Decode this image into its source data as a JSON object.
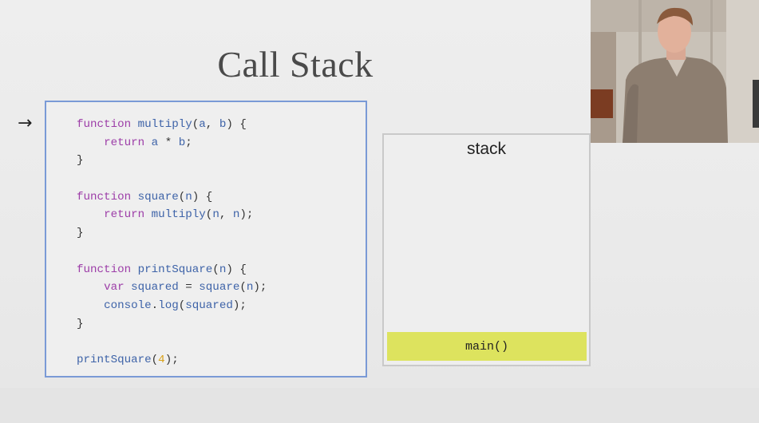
{
  "slide": {
    "title": "Call Stack",
    "current_line_marker": "→"
  },
  "code": {
    "lines": [
      [
        {
          "t": "function",
          "c": "kw"
        },
        {
          "t": " "
        },
        {
          "t": "multiply",
          "c": "fn"
        },
        {
          "t": "(",
          "c": "pn"
        },
        {
          "t": "a",
          "c": "pa"
        },
        {
          "t": ", ",
          "c": "pn"
        },
        {
          "t": "b",
          "c": "pa"
        },
        {
          "t": ") {",
          "c": "pn"
        }
      ],
      [
        {
          "t": "    "
        },
        {
          "t": "return",
          "c": "kw"
        },
        {
          "t": " "
        },
        {
          "t": "a",
          "c": "pa"
        },
        {
          "t": " * ",
          "c": "pn"
        },
        {
          "t": "b",
          "c": "pa"
        },
        {
          "t": ";",
          "c": "pn"
        }
      ],
      [
        {
          "t": "}",
          "c": "pn"
        }
      ],
      [],
      [
        {
          "t": "function",
          "c": "kw"
        },
        {
          "t": " "
        },
        {
          "t": "square",
          "c": "fn"
        },
        {
          "t": "(",
          "c": "pn"
        },
        {
          "t": "n",
          "c": "pa"
        },
        {
          "t": ") {",
          "c": "pn"
        }
      ],
      [
        {
          "t": "    "
        },
        {
          "t": "return",
          "c": "kw"
        },
        {
          "t": " "
        },
        {
          "t": "multiply",
          "c": "fn"
        },
        {
          "t": "(",
          "c": "pn"
        },
        {
          "t": "n",
          "c": "pa"
        },
        {
          "t": ", ",
          "c": "pn"
        },
        {
          "t": "n",
          "c": "pa"
        },
        {
          "t": ");",
          "c": "pn"
        }
      ],
      [
        {
          "t": "}",
          "c": "pn"
        }
      ],
      [],
      [
        {
          "t": "function",
          "c": "kw"
        },
        {
          "t": " "
        },
        {
          "t": "printSquare",
          "c": "fn"
        },
        {
          "t": "(",
          "c": "pn"
        },
        {
          "t": "n",
          "c": "pa"
        },
        {
          "t": ") {",
          "c": "pn"
        }
      ],
      [
        {
          "t": "    "
        },
        {
          "t": "var",
          "c": "kw"
        },
        {
          "t": " "
        },
        {
          "t": "squared",
          "c": "fn"
        },
        {
          "t": " = ",
          "c": "pn"
        },
        {
          "t": "square",
          "c": "fn"
        },
        {
          "t": "(",
          "c": "pn"
        },
        {
          "t": "n",
          "c": "pa"
        },
        {
          "t": ");",
          "c": "pn"
        }
      ],
      [
        {
          "t": "    "
        },
        {
          "t": "console",
          "c": "fn"
        },
        {
          "t": ".",
          "c": "pn"
        },
        {
          "t": "log",
          "c": "fn"
        },
        {
          "t": "(",
          "c": "pn"
        },
        {
          "t": "squared",
          "c": "pa"
        },
        {
          "t": ");",
          "c": "pn"
        }
      ],
      [
        {
          "t": "}",
          "c": "pn"
        }
      ],
      [],
      [
        {
          "t": "printSquare",
          "c": "fn"
        },
        {
          "t": "(",
          "c": "pn"
        },
        {
          "t": "4",
          "c": "num"
        },
        {
          "t": ");",
          "c": "pn"
        }
      ]
    ]
  },
  "stack": {
    "label": "stack",
    "frames": [
      "main()"
    ]
  },
  "colors": {
    "code_border": "#7a9ad6",
    "frame_fill": "#dde35e",
    "keyword": "#9d3ea8",
    "identifier": "#3e63a8",
    "number": "#d9a21b"
  }
}
